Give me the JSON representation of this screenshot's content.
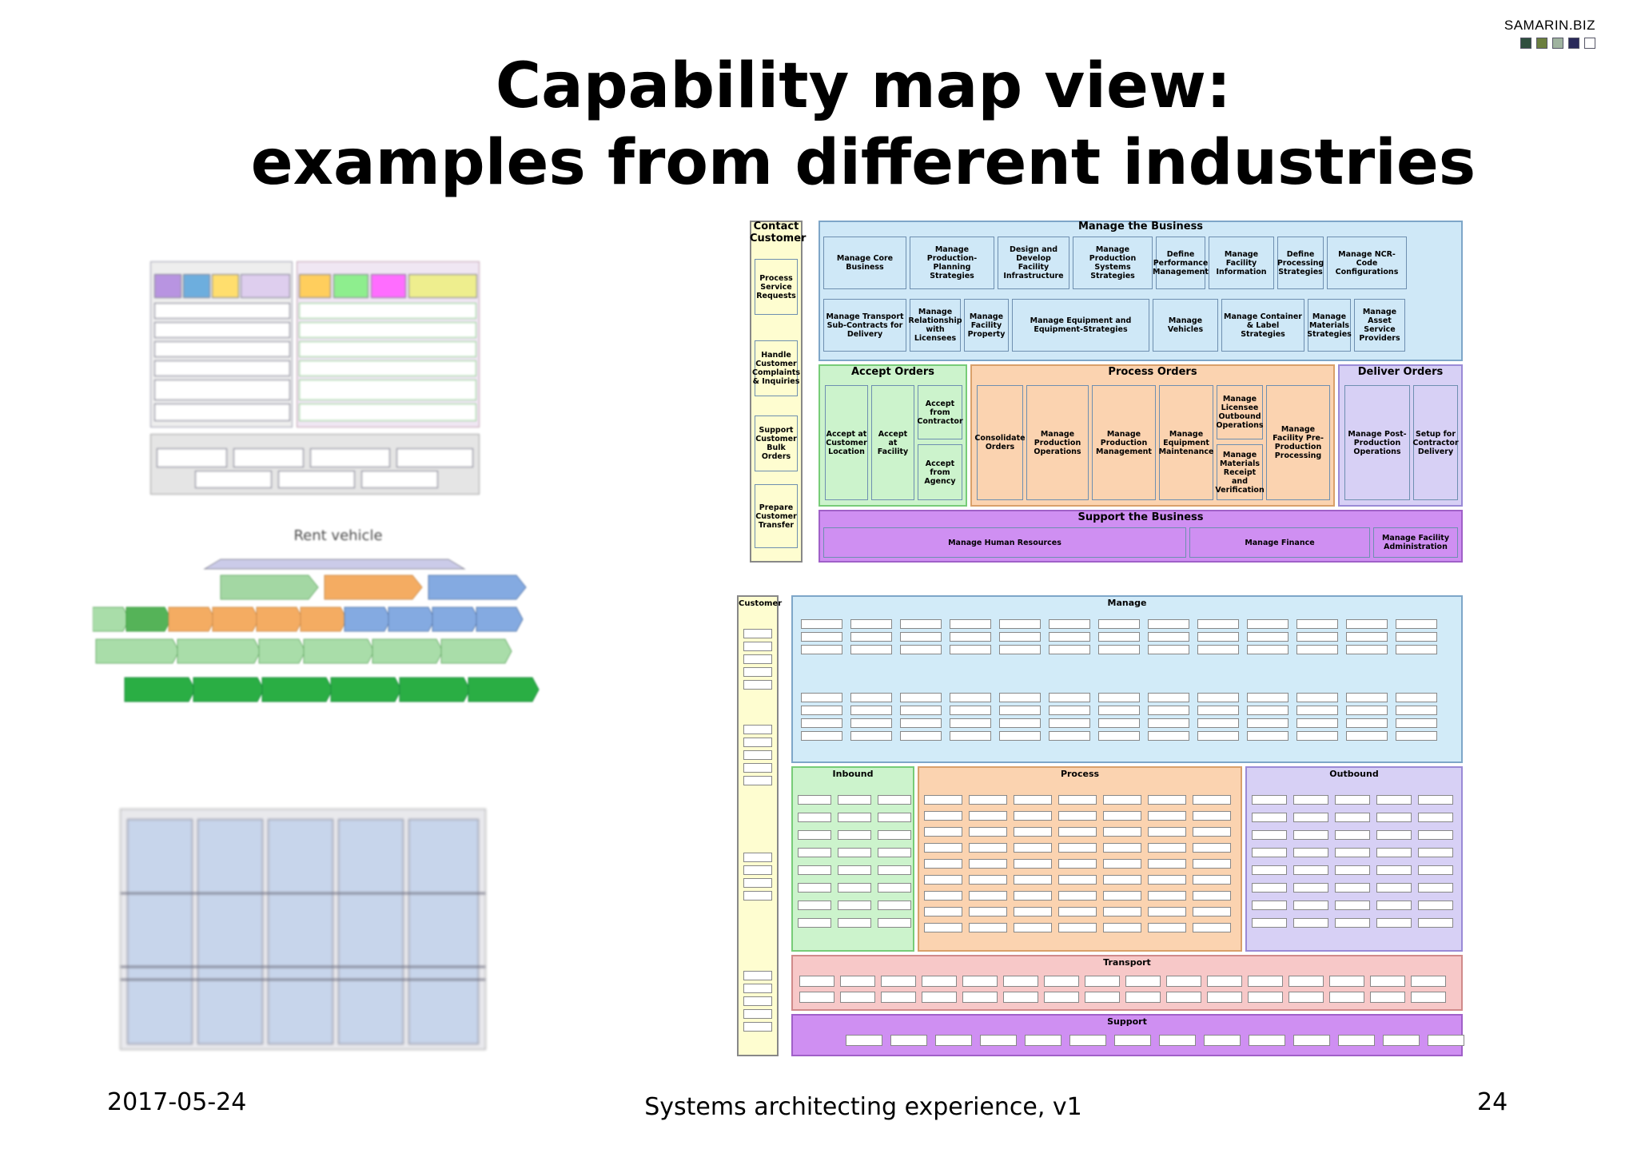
{
  "brand": {
    "name": "SAMARIN.BIZ",
    "squares": [
      "#2f4f3f",
      "#6b7f3f",
      "#9fb39f",
      "#2a2a5a",
      "#ffffff"
    ]
  },
  "slide": {
    "title": "Capability map view:\nexamples from different industries",
    "footer_date": "2017-05-24",
    "footer_center": "Systems architecting experience, v1",
    "page_number": "24"
  },
  "thumbnails": {
    "rent_title": "Rent vehicle"
  },
  "map1": {
    "contact": {
      "title": "Contact Customer",
      "items": [
        "Process Service Requests",
        "Handle Customer Complaints & Inquiries",
        "Support Customer Bulk Orders",
        "Prepare Customer Transfer"
      ]
    },
    "manage": {
      "title": "Manage the Business",
      "row1": [
        "Manage Core Business",
        "Manage Production-Planning Strategies",
        "Design and Develop Facility Infrastructure",
        "Manage Production Systems Strategies",
        "Define Performance Management",
        "Manage Facility Information",
        "Define Processing Strategies",
        "Manage NCR-Code Configurations"
      ],
      "row2": [
        "Manage Transport Sub-Contracts for Delivery",
        "Manage Relationship with Licensees",
        "Manage Facility Property",
        "Manage Equipment and Equipment-Strategies",
        "Manage Vehicles",
        "Manage Container & Label Strategies",
        "Manage Materials Strategies",
        "Manage Asset Service Providers"
      ]
    },
    "accept": {
      "title": "Accept Orders",
      "items": [
        "Accept at Customer Location",
        "Accept at Facility",
        "Accept from Contractor",
        "Accept from Agency"
      ]
    },
    "process": {
      "title": "Process Orders",
      "items": [
        "Consolidate Orders",
        "Manage Production Operations",
        "Manage Production Management",
        "Manage Equipment Maintenance",
        "Manage Licensee Outbound Operations",
        "Manage Materials Receipt and Verification",
        "Manage Facility Pre-Production Processing"
      ]
    },
    "deliver": {
      "title": "Deliver Orders",
      "items": [
        "Manage Post-Production Operations",
        "Setup for Contractor Delivery"
      ]
    },
    "support": {
      "title": "Support the Business",
      "items": [
        "Manage Human Resources",
        "Manage Finance",
        "Manage Facility Administration"
      ]
    }
  },
  "map2": {
    "customer": "Customer",
    "manage": "Manage",
    "inbound": "Inbound",
    "process": "Process",
    "outbound": "Outbound",
    "transport": "Transport",
    "support": "Support"
  }
}
